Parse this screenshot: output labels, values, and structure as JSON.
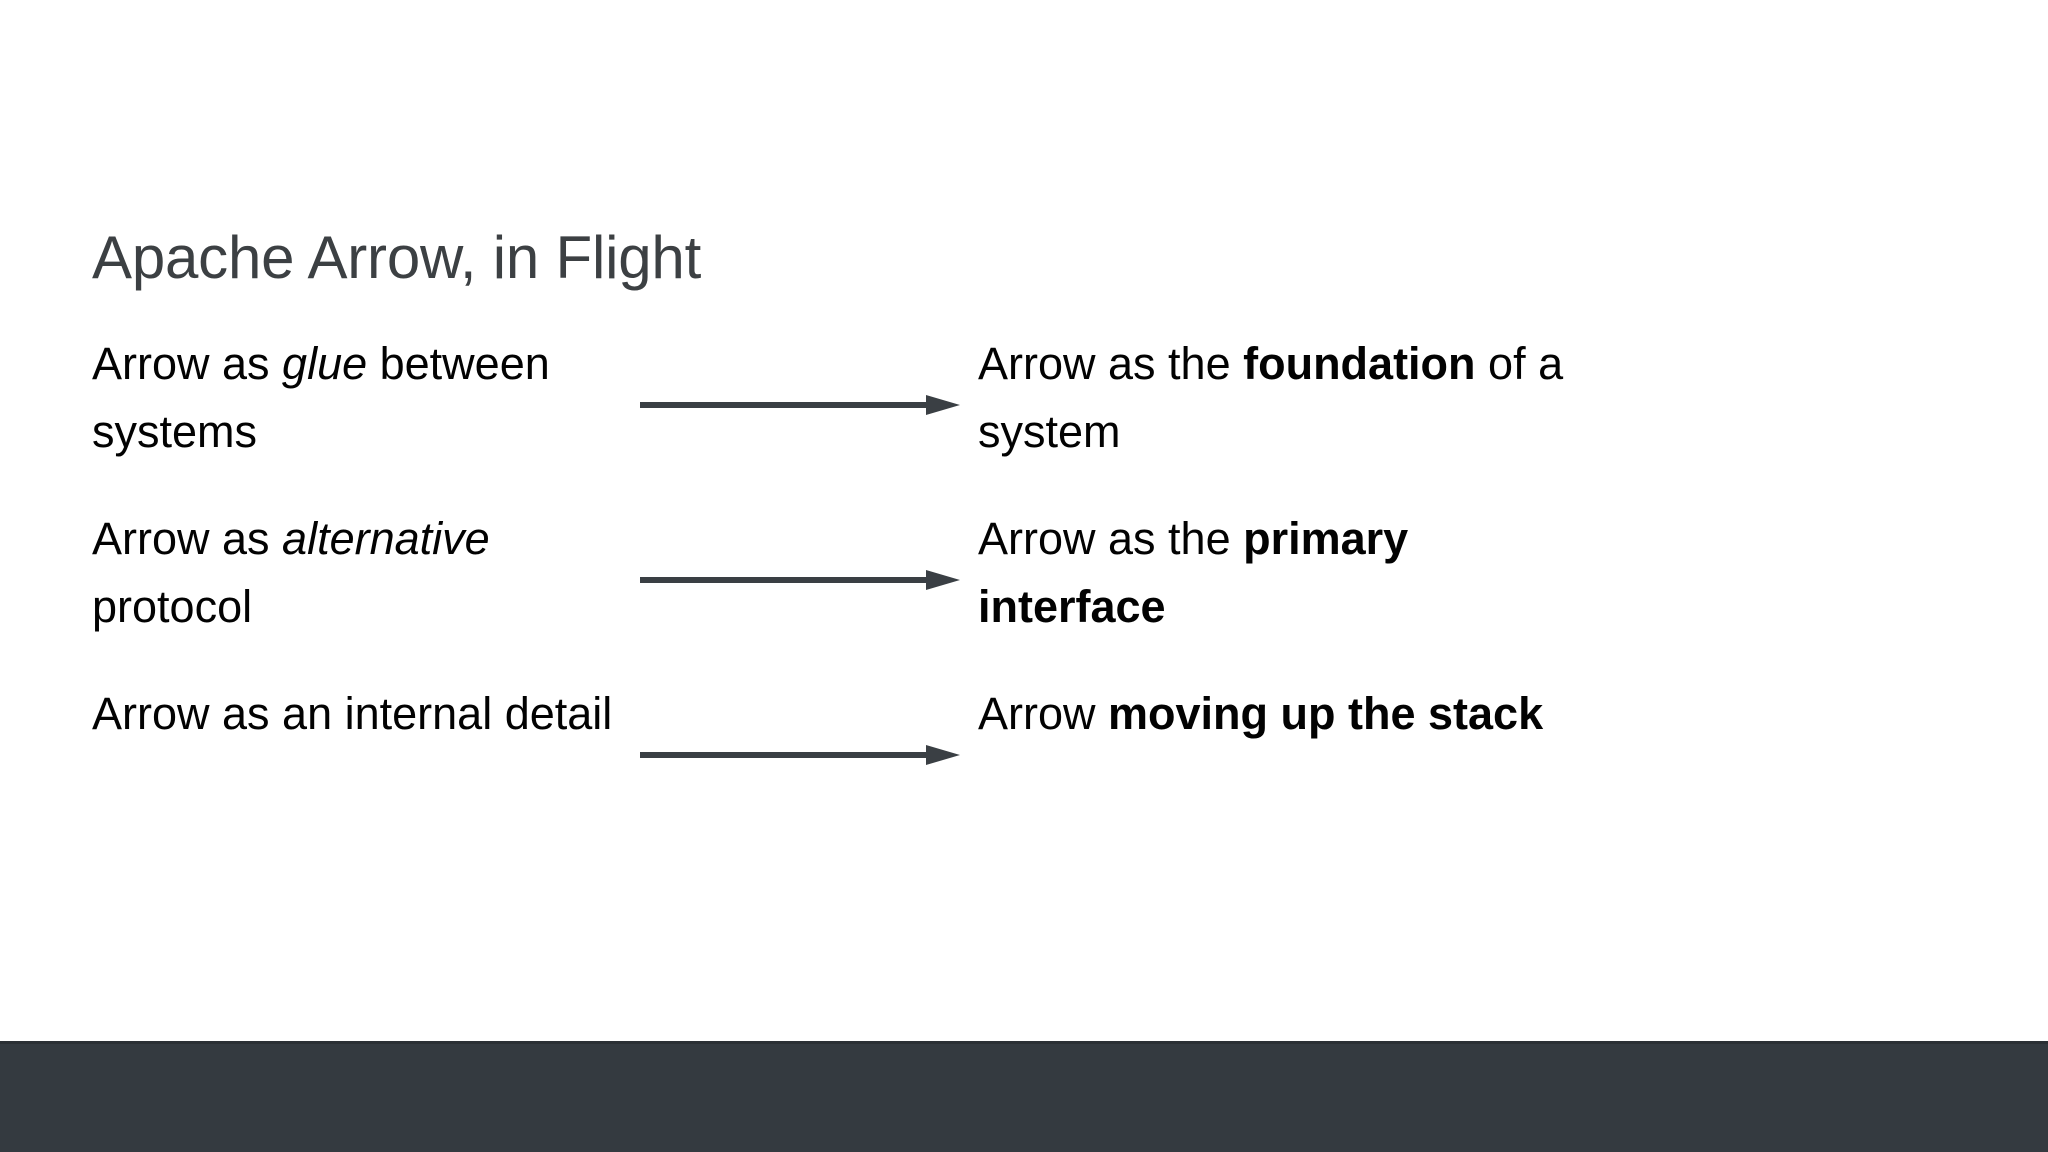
{
  "slide": {
    "title": "Apache Arrow, in Flight",
    "title_color": "#3c4043",
    "background_color": "#ffffff",
    "body_text_color": "#020202",
    "arrow_color": "#3a3f44",
    "footer_bar_color": "#343a40"
  },
  "rows": [
    {
      "left": {
        "prefix": "Arrow as ",
        "emphasis": "glue",
        "emphasis_style": "italic",
        "suffix": " between systems",
        "full_text": "Arrow as glue between systems"
      },
      "arrow": {
        "icon": "right-arrow-icon",
        "direction": "right"
      },
      "right": {
        "prefix": "Arrow as the ",
        "emphasis": "foundation",
        "emphasis_style": "bold",
        "suffix": " of a system",
        "full_text": "Arrow as the foundation of a system"
      }
    },
    {
      "left": {
        "prefix": "Arrow as ",
        "emphasis": "alternative",
        "emphasis_style": "italic",
        "suffix": " protocol",
        "full_text": "Arrow as alternative protocol"
      },
      "arrow": {
        "icon": "right-arrow-icon",
        "direction": "right"
      },
      "right": {
        "prefix": "Arrow as the ",
        "emphasis": "primary interface",
        "emphasis_style": "bold",
        "suffix": "",
        "full_text": "Arrow as the primary interface"
      }
    },
    {
      "left": {
        "prefix": "Arrow as an internal detail",
        "emphasis": "",
        "emphasis_style": "none",
        "suffix": "",
        "full_text": "Arrow as an internal detail"
      },
      "arrow": {
        "icon": "right-arrow-icon",
        "direction": "right"
      },
      "right": {
        "prefix": "Arrow ",
        "emphasis": "moving up the stack",
        "emphasis_style": "bold",
        "suffix": "",
        "full_text": "Arrow moving up the stack"
      }
    }
  ],
  "footer": {
    "label": ""
  }
}
